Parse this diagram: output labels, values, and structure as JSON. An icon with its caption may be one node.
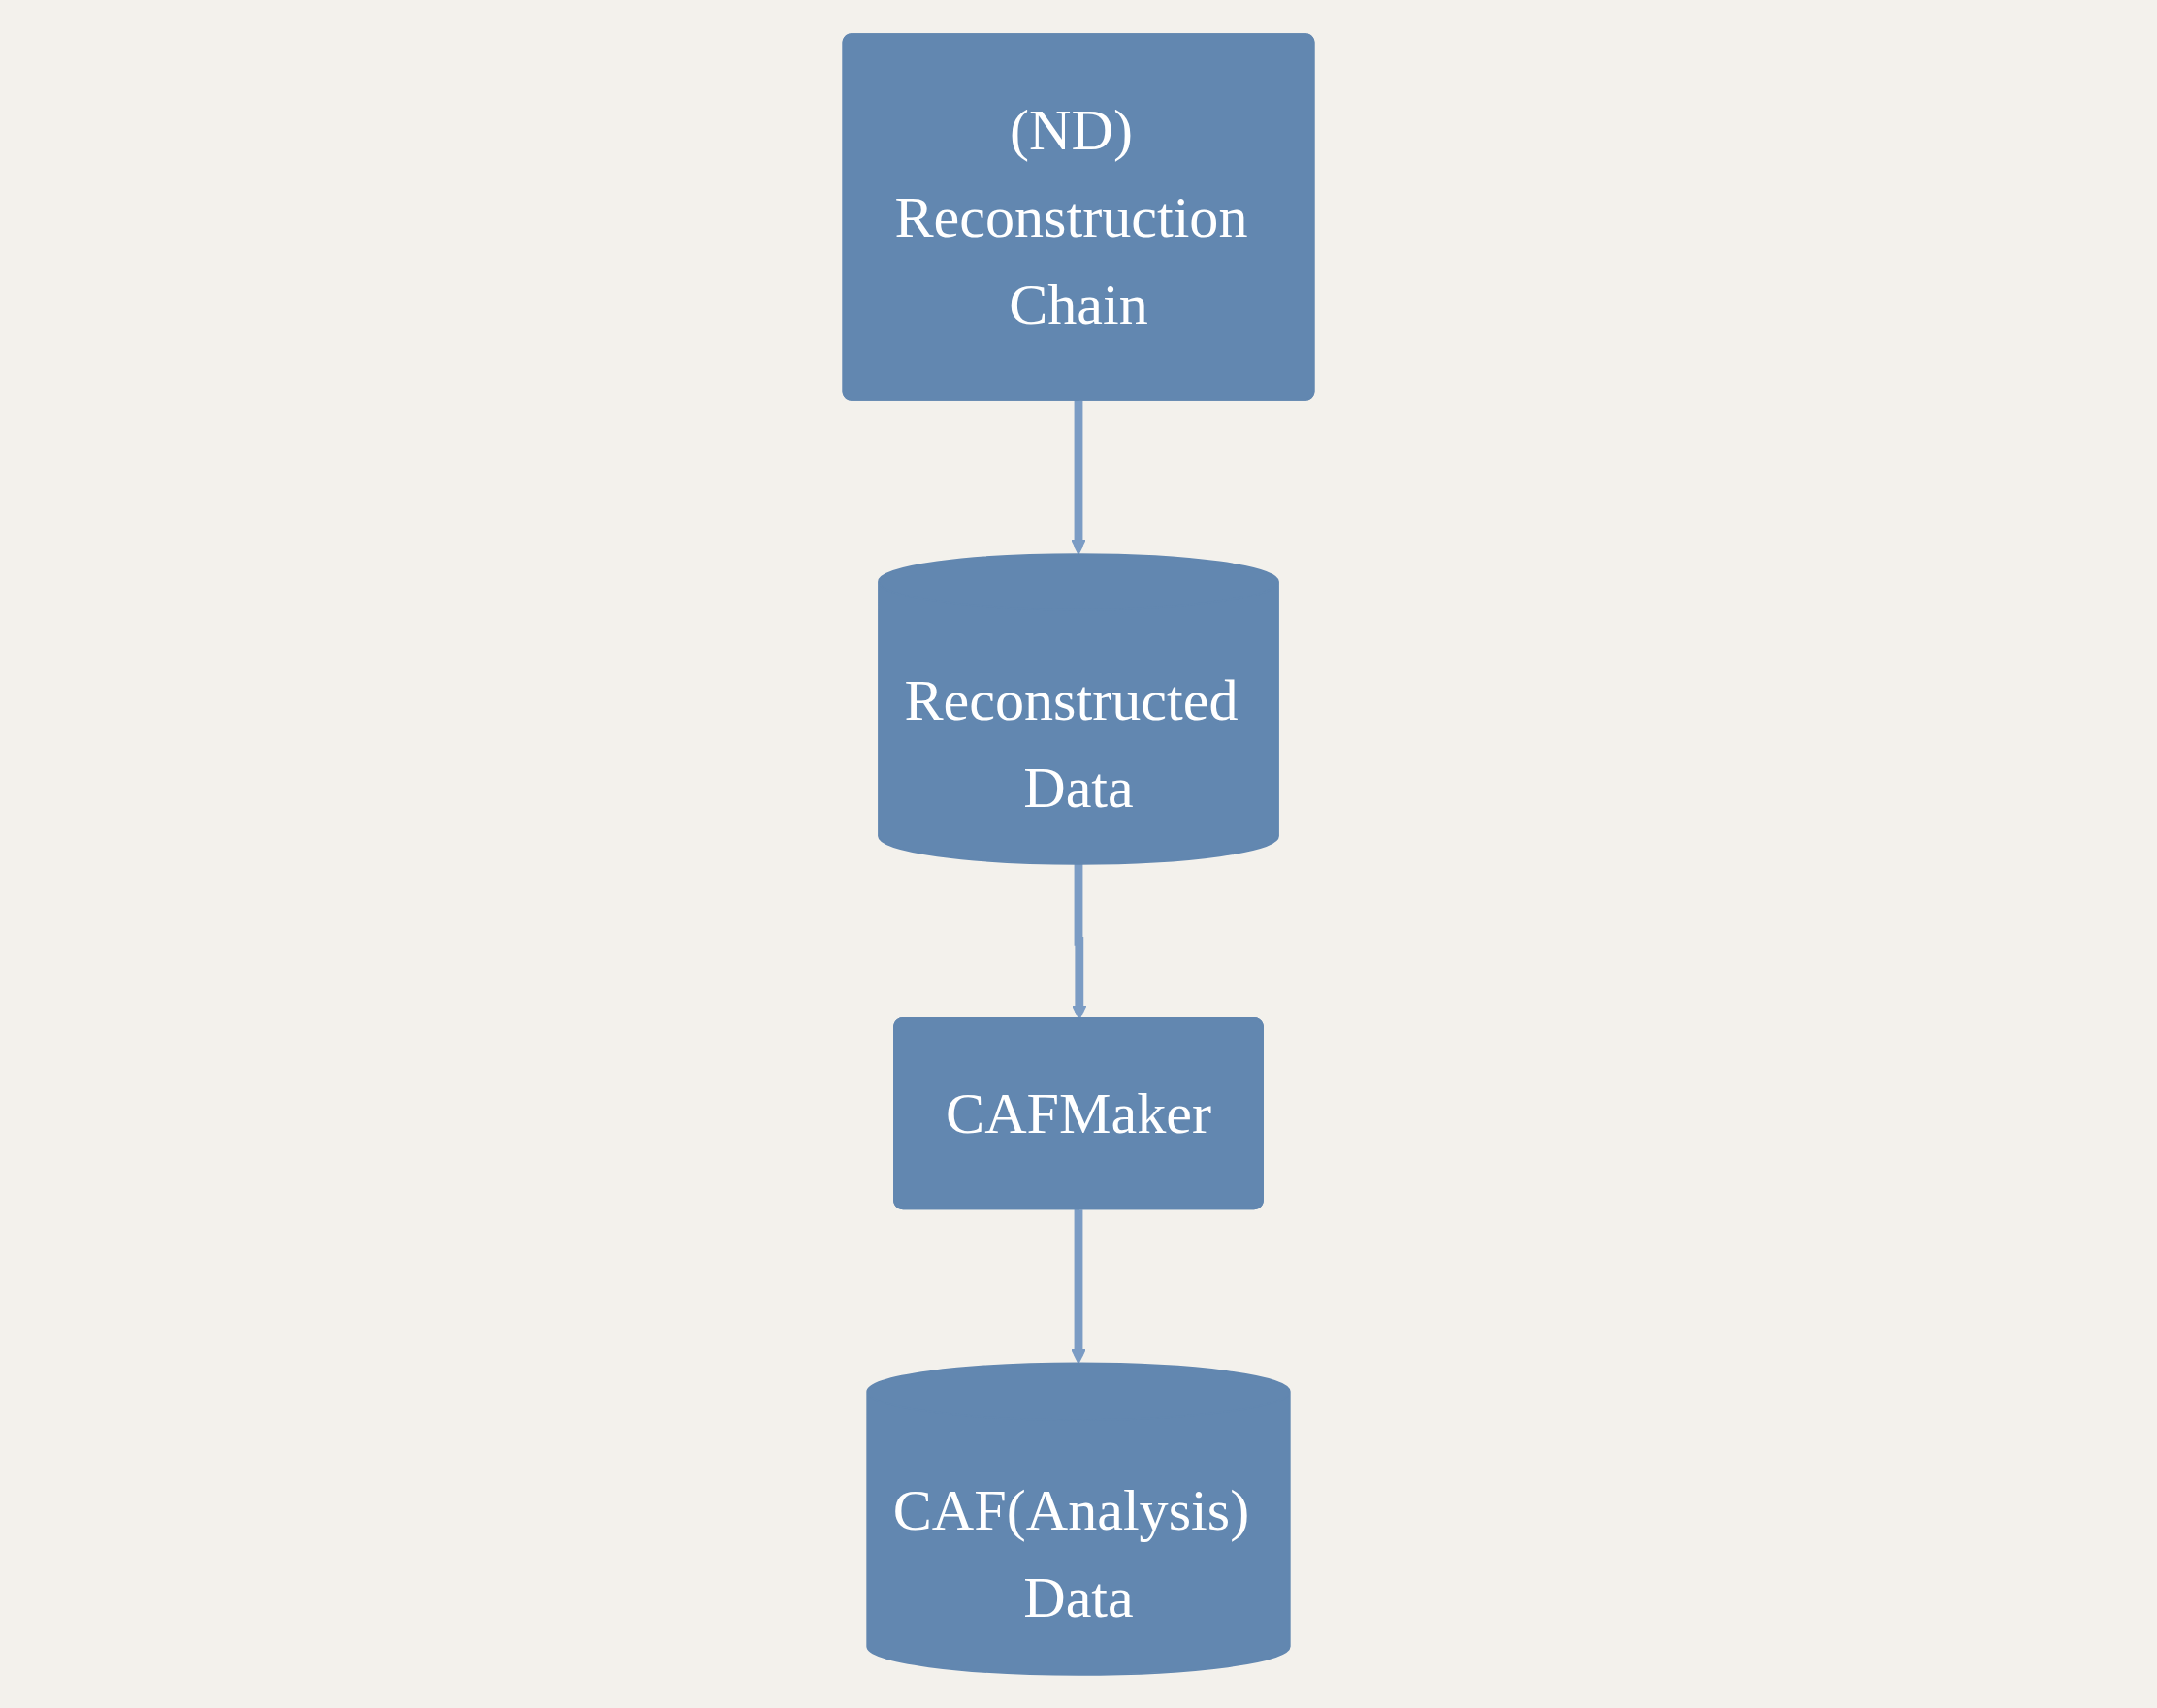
{
  "diagram": {
    "nodes": [
      {
        "text": [
          "(ND) Reconstruction Chain"
        ]
      },
      {
        "text": [
          "Reconstructed Data"
        ]
      },
      {
        "text": [
          "CAFMaker"
        ]
      },
      {
        "text": [
          "CAF(Analysis) Data"
        ]
      }
    ],
    "edges": [
      {
        "from": 0,
        "to": 1,
        "arrow": "to"
      },
      {
        "from": 1,
        "to": 2,
        "arrow": "to"
      },
      {
        "from": 2,
        "to": 3,
        "arrow": "to"
      }
    ]
  }
}
